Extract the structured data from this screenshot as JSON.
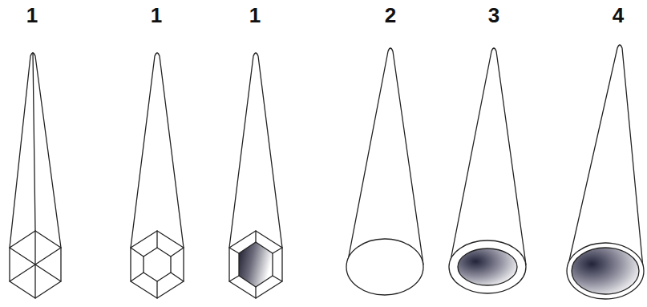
{
  "diagram": {
    "labels": [
      "1",
      "1",
      "1",
      "2",
      "3",
      "4"
    ]
  }
}
